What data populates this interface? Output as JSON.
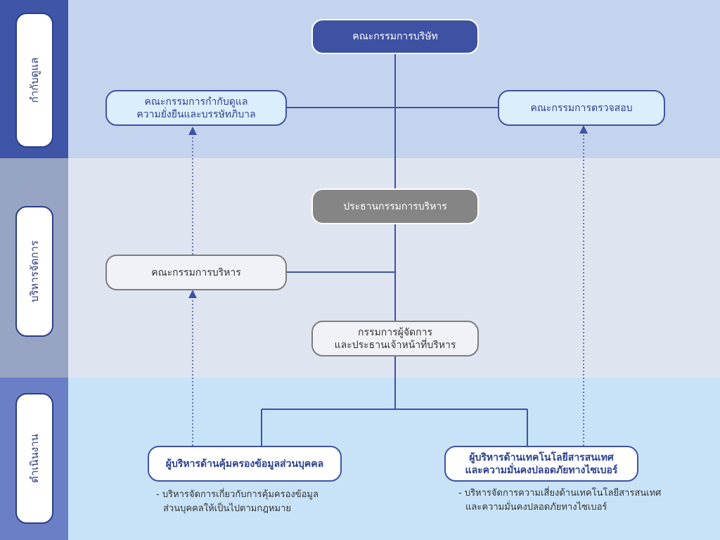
{
  "levels": {
    "governance": "กำกับดูแล",
    "management": "บริหารจัดการ",
    "operation": "ดำเนินงาน"
  },
  "nodes": {
    "board": "คณะกรรมการบริษัท",
    "governance_committee_line1": "คณะกรรมการกำกับดูแล",
    "governance_committee_line2": "ความยั่งยืนและบรรษัทภิบาล",
    "audit_committee": "คณะกรรมการตรวจสอบ",
    "executive_chairman": "ประธานกรรมการบริหาร",
    "executive_committee": "คณะกรรมการบริหาร",
    "md_line1": "กรรมการผู้จัดการ",
    "md_line2": "และประธานเจ้าหน้าที่บริหาร",
    "dpo": "ผู้บริหารด้านคุ้มครองข้อมูลส่วนบุคคล",
    "ciso_line1": "ผู้บริหารด้านเทคโนโลยีสารสนเทศ",
    "ciso_line2": "และความมั่นคงปลอดภัยทางไซเบอร์"
  },
  "notes": {
    "dpo_line1": "- บริหารจัดการเกี่ยวกับการคุ้มครองข้อมูล",
    "dpo_line2": "ส่วนบุคคลให้เป็นไปตามกฎหมาย",
    "ciso_line1": "- บริหารจัดการความเสี่ยงด้านเทคโนโลยีสารสนเทศ",
    "ciso_line2": "และความมั่นคงปลอดภัยทางไซเบอร์"
  },
  "colors": {
    "navy": "#3e52a4",
    "gray": "#858585",
    "line": "#3e52a4"
  }
}
